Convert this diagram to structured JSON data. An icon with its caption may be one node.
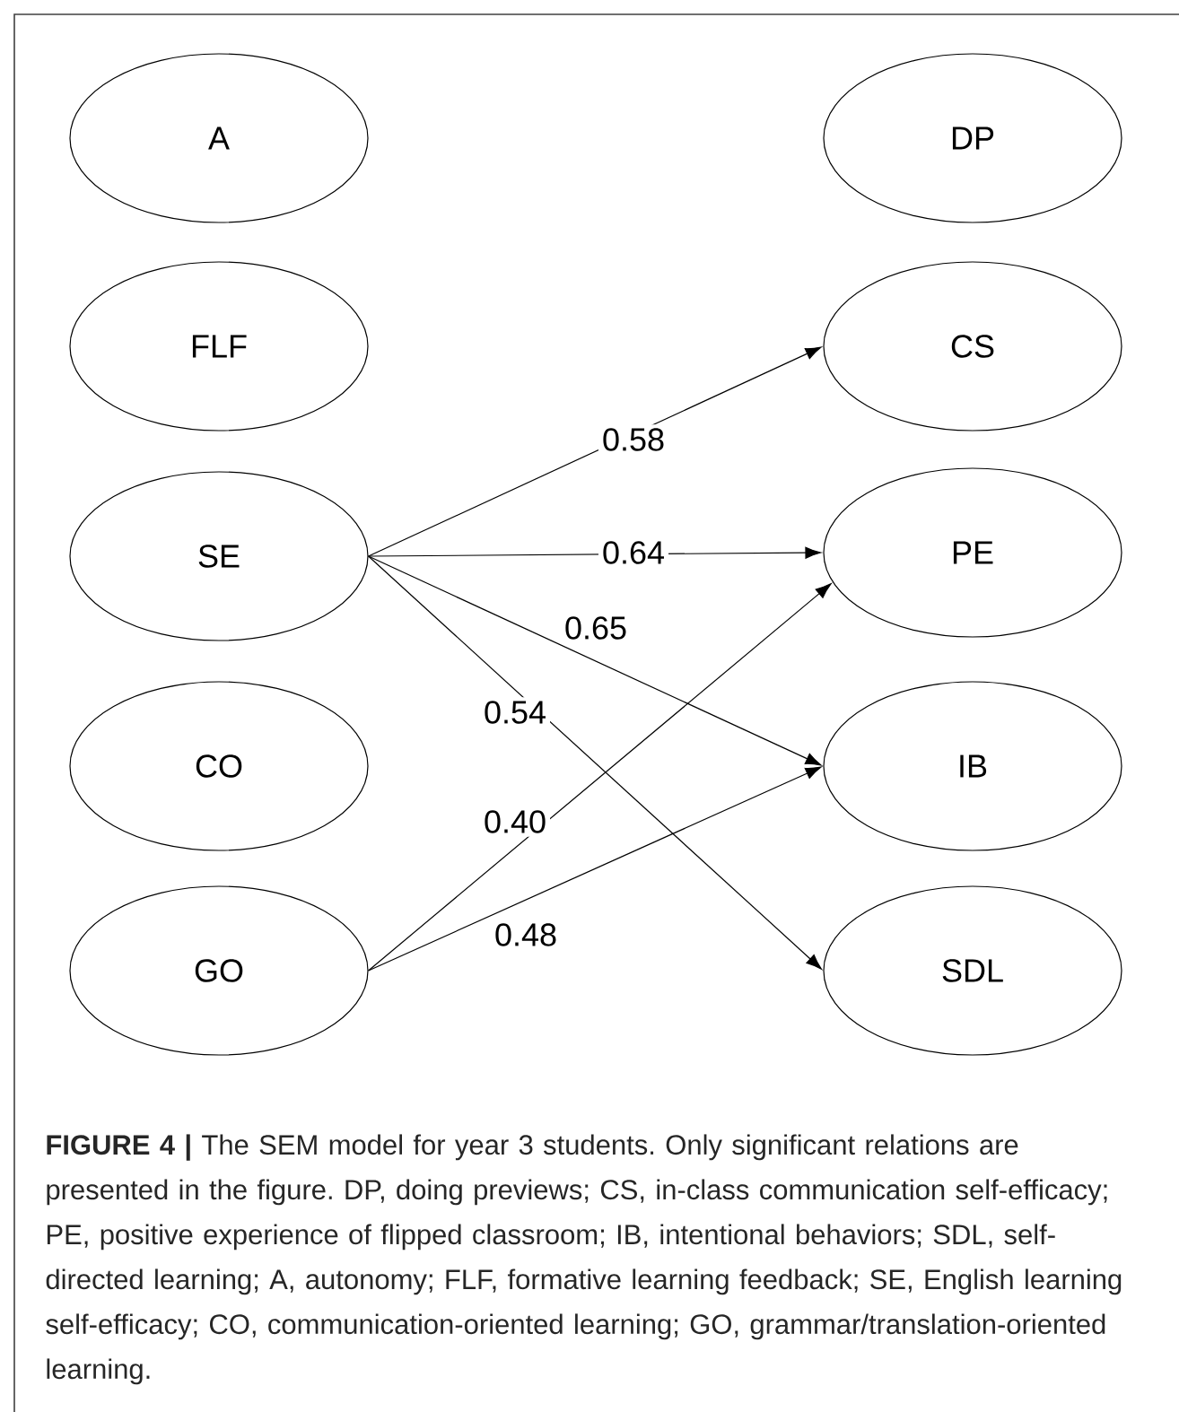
{
  "diagram": {
    "caption": "**FIGURE 4 |** The SEM model for year 3 students. Only significant relations are presented in the figure. DP, doing previews; CS, in-class communication self-efficacy; PE, positive experience of flipped classroom; IB, intentional behaviors; SDL, self-directed learning; A, autonomy; FLF, formative learning feedback; SE, English learning self-efficacy; CO, communication-oriented learning; GO, grammar/translation-oriented learning.",
    "nodes": [
      {
        "text": [
          "A"
        ]
      },
      {
        "text": [
          "DP"
        ]
      },
      {
        "text": [
          "FLF"
        ]
      },
      {
        "text": [
          "CS"
        ]
      },
      {
        "text": [
          "SE"
        ]
      },
      {
        "text": [
          "PE"
        ]
      },
      {
        "text": [
          "CO"
        ]
      },
      {
        "text": [
          "IB"
        ]
      },
      {
        "text": [
          "GO"
        ]
      },
      {
        "text": [
          "SDL"
        ]
      }
    ],
    "edges": [
      {
        "from": 4,
        "to": 3,
        "arrow": "to",
        "label": "0.58"
      },
      {
        "from": 4,
        "to": 5,
        "arrow": "to",
        "label": "0.64"
      },
      {
        "from": 4,
        "to": 7,
        "arrow": "to",
        "label": "0.65"
      },
      {
        "from": 4,
        "to": 9,
        "arrow": "to",
        "label": "0.54"
      },
      {
        "from": 8,
        "to": 5,
        "arrow": "to",
        "label": "0.40"
      },
      {
        "from": 8,
        "to": 7,
        "arrow": "to",
        "label": "0.48"
      }
    ]
  }
}
